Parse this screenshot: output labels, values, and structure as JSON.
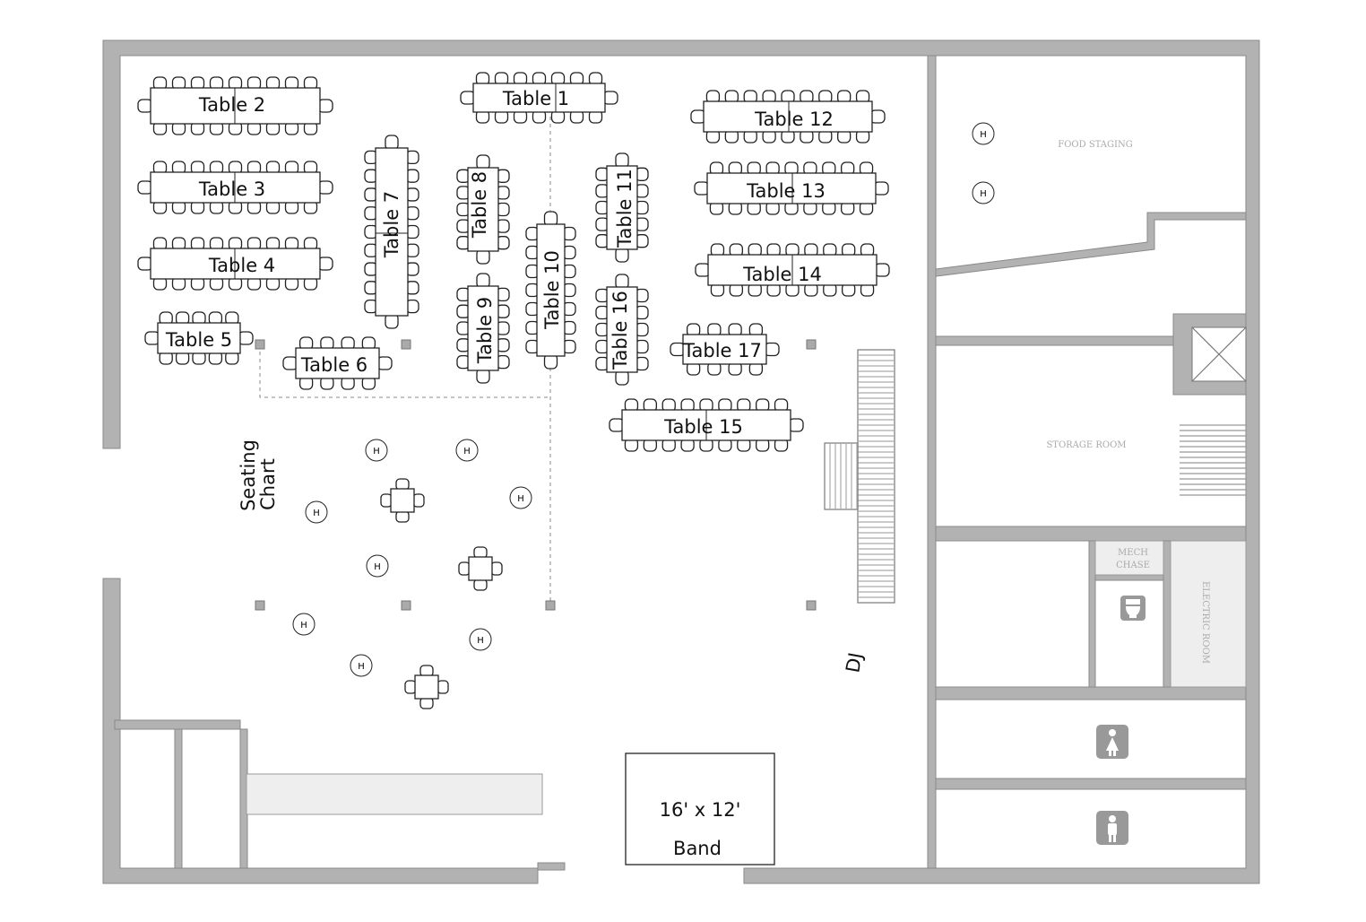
{
  "plan": {
    "tables": [
      "Table 1",
      "Table 2",
      "Table 3",
      "Table 4",
      "Table 5",
      "Table 6",
      "Table 7",
      "Table 8",
      "Table 9",
      "Table 10",
      "Table 11",
      "Table 12",
      "Table 13",
      "Table 14",
      "Table 15",
      "Table 16",
      "Table 17"
    ],
    "heater_label": "H",
    "seating_chart": [
      "Seating",
      "Chart"
    ],
    "dj": "DJ",
    "stage_size": "16' x 12'",
    "stage_label": "Band",
    "rooms": {
      "food_staging": "FOOD STAGING",
      "storage": "STORAGE ROOM",
      "mech_chase": [
        "MECH",
        "CHASE"
      ],
      "electric": "ELECTRIC ROOM"
    },
    "colors": {
      "wall": "#b2b2b2",
      "room_fill": "#eeeeee",
      "line": "#222222"
    }
  }
}
